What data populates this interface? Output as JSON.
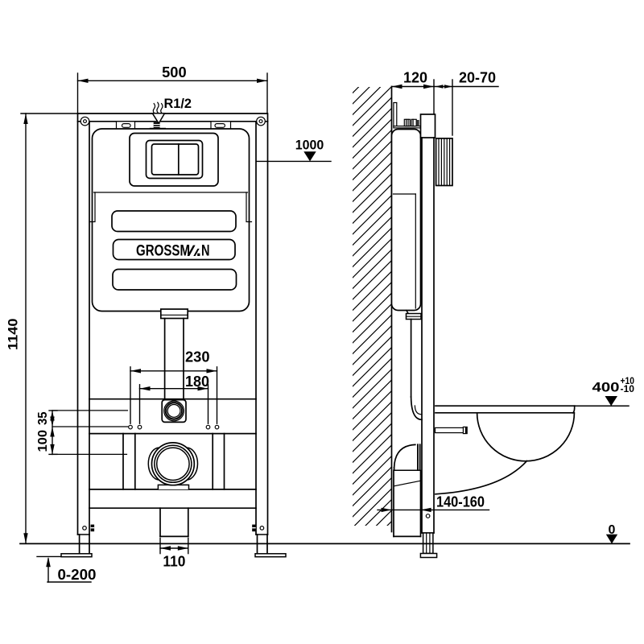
{
  "document": {
    "type": "installation-frame technical drawing",
    "views": [
      "front view",
      "side view"
    ]
  },
  "brand": "GROSSMAN",
  "front_view": {
    "dimensions": {
      "frame_width": "500",
      "frame_height": "1140",
      "water_inlet_thread": "R1/2",
      "flush_plate_height": "1000",
      "stud_spacing_outer": "230",
      "stud_spacing_inner": "180",
      "outlet_to_studs_offset": "35",
      "studs_to_bracket_offset": "100",
      "drain_pipe_width": "110",
      "feet_adjustment_range": "0-200"
    }
  },
  "side_view": {
    "dimensions": {
      "frame_depth": "120",
      "flush_plate_depth_range": "20-70",
      "bowl_rim_height": "400",
      "bowl_rim_height_tolerance_plus": "+10",
      "bowl_rim_height_tolerance_minus": "-10",
      "drain_outlet_distance_range": "140-160",
      "floor_level": "0"
    }
  }
}
